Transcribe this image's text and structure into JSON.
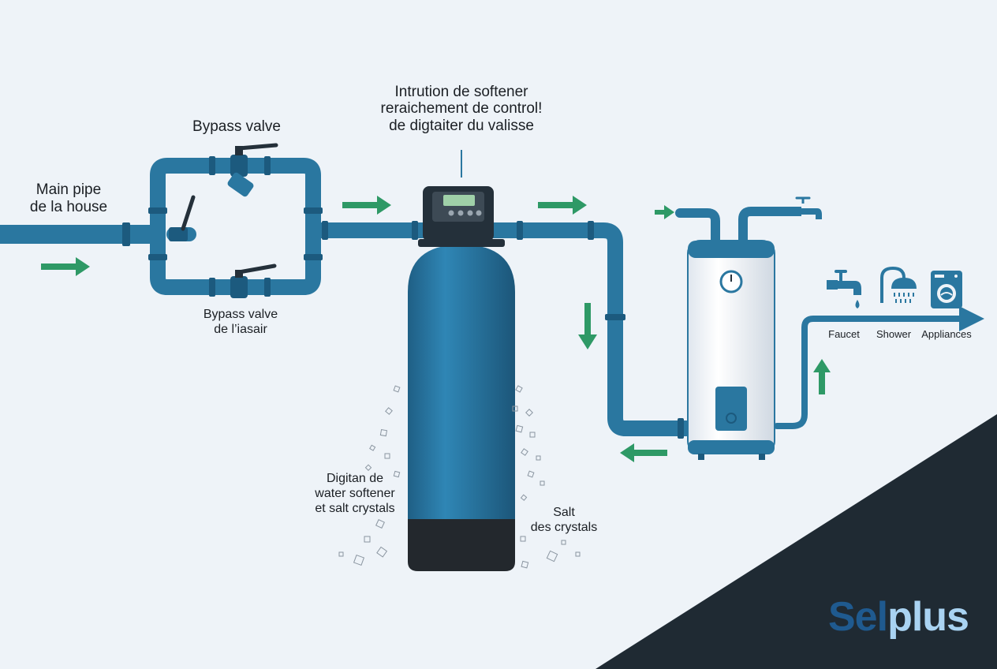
{
  "labels": {
    "main_pipe": [
      "Main pipe",
      "de la house"
    ],
    "bypass_top": "Bypass valve",
    "bypass_bottom": [
      "Bypass valve",
      "de l’iasair"
    ],
    "softener_control": [
      "Intrution de softener",
      "reraichement de control!",
      "de digtaiter du valisse"
    ],
    "tank_left": [
      "Digitan de",
      "water softener",
      "et salt crystals"
    ],
    "tank_right": [
      "Salt",
      "des crystals"
    ],
    "outlets": [
      "Faucet",
      "Shower",
      "Appliances"
    ]
  },
  "logo": {
    "part1": "Sel",
    "part2": "plus"
  },
  "colors": {
    "pipe": "#2a77a0",
    "pipe_dark": "#1c5a7e",
    "arrow": "#2e9966",
    "tank": "#2a7aa6",
    "tank_base": "#23282d",
    "corner": "#1f2a33",
    "background": "#eef3f8"
  },
  "icons": [
    "faucet-icon",
    "shower-icon",
    "washing-machine-icon",
    "pressure-gauge-icon",
    "control-display-icon"
  ]
}
